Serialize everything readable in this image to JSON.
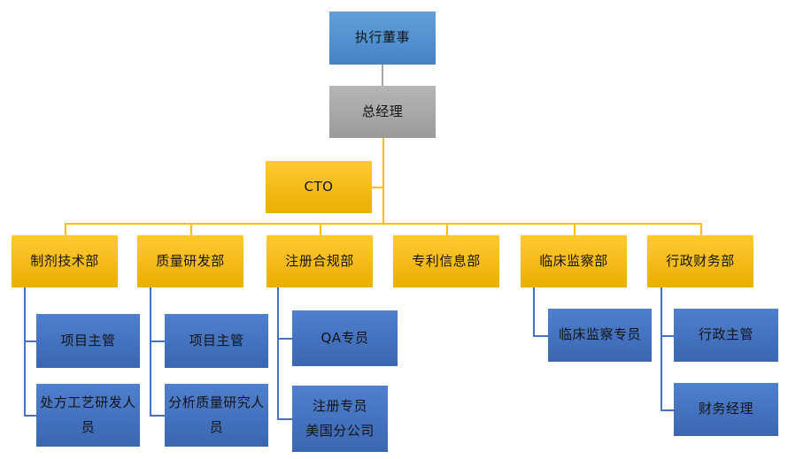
{
  "colors": {
    "canvas_bg": "#ffffff",
    "exec_top": "#61a0da",
    "exec_bottom": "#4484c6",
    "gray_top": "#b6b6b6",
    "gray_bottom": "#9a9a9a",
    "yellow_top": "#ffc933",
    "yellow_bottom": "#ebaf00",
    "staff_top": "#4f80cd",
    "staff_bottom": "#3b66b1",
    "line_gray": "#a6a6a6",
    "line_yellow": "#ffc000",
    "line_blue": "#4472c4",
    "text": "#141414"
  },
  "nodes": {
    "executive_director": {
      "label": "执行董事"
    },
    "general_manager": {
      "label": "总经理"
    },
    "cto": {
      "label": "CTO"
    },
    "dept_formulation_tech": {
      "label": "制剂技术部"
    },
    "dept_quality_rnd": {
      "label": "质量研发部"
    },
    "dept_regulatory_compliance": {
      "label": "注册合规部"
    },
    "dept_patent_info": {
      "label": "专利信息部"
    },
    "dept_clinical_monitoring": {
      "label": "临床监察部"
    },
    "dept_admin_finance": {
      "label": "行政财务部"
    },
    "project_supervisor_formulation": {
      "label": "项目主管"
    },
    "formulation_process_rnd_staff": {
      "label": "处方工艺研发人员"
    },
    "project_supervisor_quality": {
      "label": "项目主管"
    },
    "analytical_quality_research_staff": {
      "label": "分析质量研究人员"
    },
    "qa_specialist": {
      "label": "QA专员"
    },
    "registration_specialist": {
      "label": "注册专员",
      "sublabel": "美国分公司"
    },
    "clinical_monitoring_specialist": {
      "label": "临床监察专员"
    },
    "admin_supervisor": {
      "label": "行政主管"
    },
    "finance_manager": {
      "label": "财务经理"
    }
  },
  "hierarchy_edges": [
    [
      "executive_director",
      "general_manager"
    ],
    [
      "general_manager",
      "cto"
    ],
    [
      "general_manager",
      "dept_formulation_tech"
    ],
    [
      "general_manager",
      "dept_quality_rnd"
    ],
    [
      "general_manager",
      "dept_regulatory_compliance"
    ],
    [
      "general_manager",
      "dept_patent_info"
    ],
    [
      "general_manager",
      "dept_clinical_monitoring"
    ],
    [
      "general_manager",
      "dept_admin_finance"
    ],
    [
      "dept_formulation_tech",
      "project_supervisor_formulation"
    ],
    [
      "dept_formulation_tech",
      "formulation_process_rnd_staff"
    ],
    [
      "dept_quality_rnd",
      "project_supervisor_quality"
    ],
    [
      "dept_quality_rnd",
      "analytical_quality_research_staff"
    ],
    [
      "dept_regulatory_compliance",
      "qa_specialist"
    ],
    [
      "dept_regulatory_compliance",
      "registration_specialist"
    ],
    [
      "dept_clinical_monitoring",
      "clinical_monitoring_specialist"
    ],
    [
      "dept_admin_finance",
      "admin_supervisor"
    ],
    [
      "dept_admin_finance",
      "finance_manager"
    ]
  ]
}
